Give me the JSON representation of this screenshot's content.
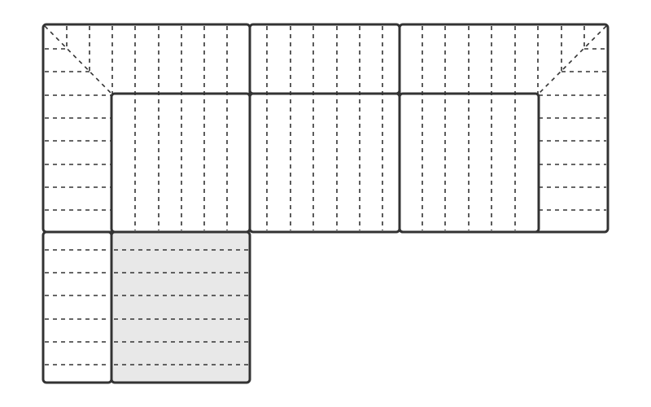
{
  "diagram": {
    "type": "sectional-sofa-top-view",
    "colors": {
      "outline": "#333333",
      "stitch": "#333333",
      "background": "#ffffff",
      "highlight_fill": "#e8e8e8"
    },
    "pieces": [
      {
        "id": "left-corner",
        "highlighted": false
      },
      {
        "id": "middle-armless",
        "highlighted": false
      },
      {
        "id": "right-corner",
        "highlighted": false
      },
      {
        "id": "chaise-arm",
        "highlighted": false
      },
      {
        "id": "chaise-seat",
        "highlighted": true
      }
    ]
  }
}
